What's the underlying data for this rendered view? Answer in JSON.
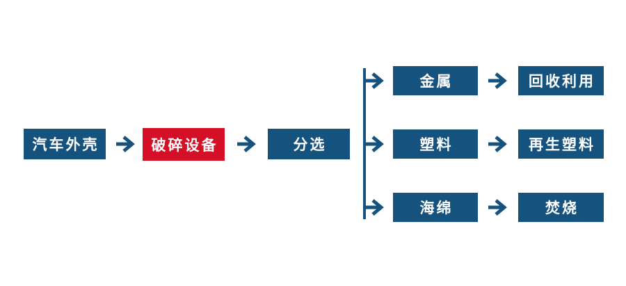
{
  "flowchart": {
    "colors": {
      "node_blue": "#15537E",
      "node_red": "#D50F26",
      "connector_blue": "#15537E",
      "text_white": "#FFFFFF",
      "background": "#FFFFFF"
    },
    "main_flow": {
      "source": {
        "label": "汽车外壳"
      },
      "crusher": {
        "label": "破碎设备"
      },
      "sorter": {
        "label": "分选"
      }
    },
    "branches": [
      {
        "material": {
          "label": "金属"
        },
        "outcome": {
          "label": "回收利用"
        }
      },
      {
        "material": {
          "label": "塑料"
        },
        "outcome": {
          "label": "再生塑料"
        }
      },
      {
        "material": {
          "label": "海绵"
        },
        "outcome": {
          "label": "焚烧"
        }
      }
    ]
  }
}
